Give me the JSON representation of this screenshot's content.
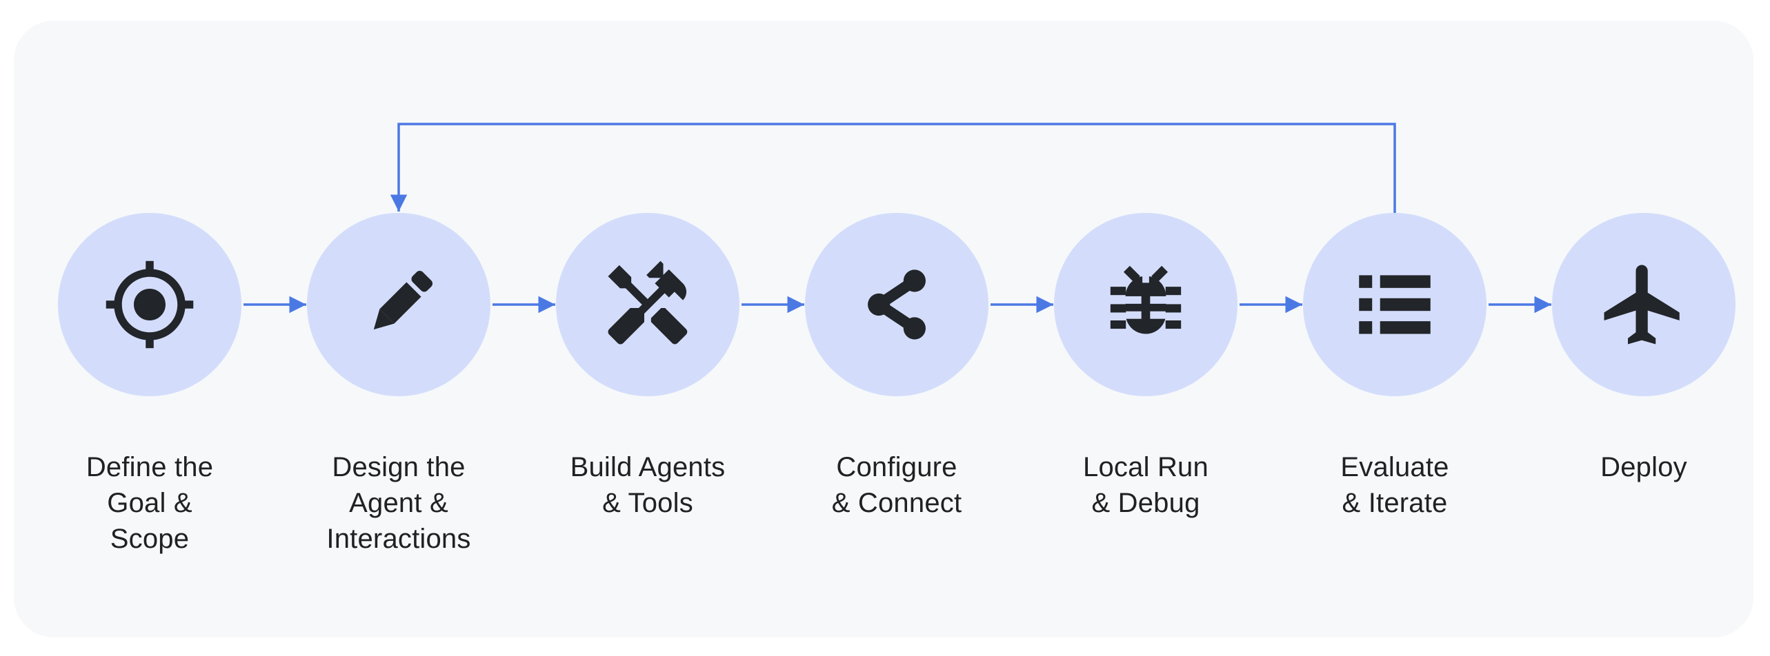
{
  "diagram": {
    "type": "workflow-flowchart",
    "direction": "left-to-right"
  },
  "colors": {
    "page_bg": "#ffffff",
    "card_bg": "#f6f8fa",
    "circle_fill": "#d3ddfb",
    "connector": "#4b79e4",
    "icon": "#222529",
    "text": "#202124"
  },
  "workflow": {
    "steps": [
      {
        "label": "Define the\nGoal &\nScope",
        "icon": "target-icon"
      },
      {
        "label": "Design the\nAgent &\nInteractions",
        "icon": "pencil-icon"
      },
      {
        "label": "Build Agents\n& Tools",
        "icon": "tools-icon"
      },
      {
        "label": "Configure\n& Connect",
        "icon": "share-icon"
      },
      {
        "label": "Local Run\n& Debug",
        "icon": "bug-icon"
      },
      {
        "label": "Evaluate\n& Iterate",
        "icon": "list-icon"
      },
      {
        "label": "Deploy",
        "icon": "airplane-icon"
      }
    ],
    "connections": [
      {
        "from": 0,
        "to": 1
      },
      {
        "from": 1,
        "to": 2
      },
      {
        "from": 2,
        "to": 3
      },
      {
        "from": 3,
        "to": 4
      },
      {
        "from": 4,
        "to": 5
      },
      {
        "from": 5,
        "to": 6
      }
    ],
    "feedback_loop": {
      "from": "Evaluate & Iterate",
      "to": "Design the Agent & Interactions"
    }
  }
}
